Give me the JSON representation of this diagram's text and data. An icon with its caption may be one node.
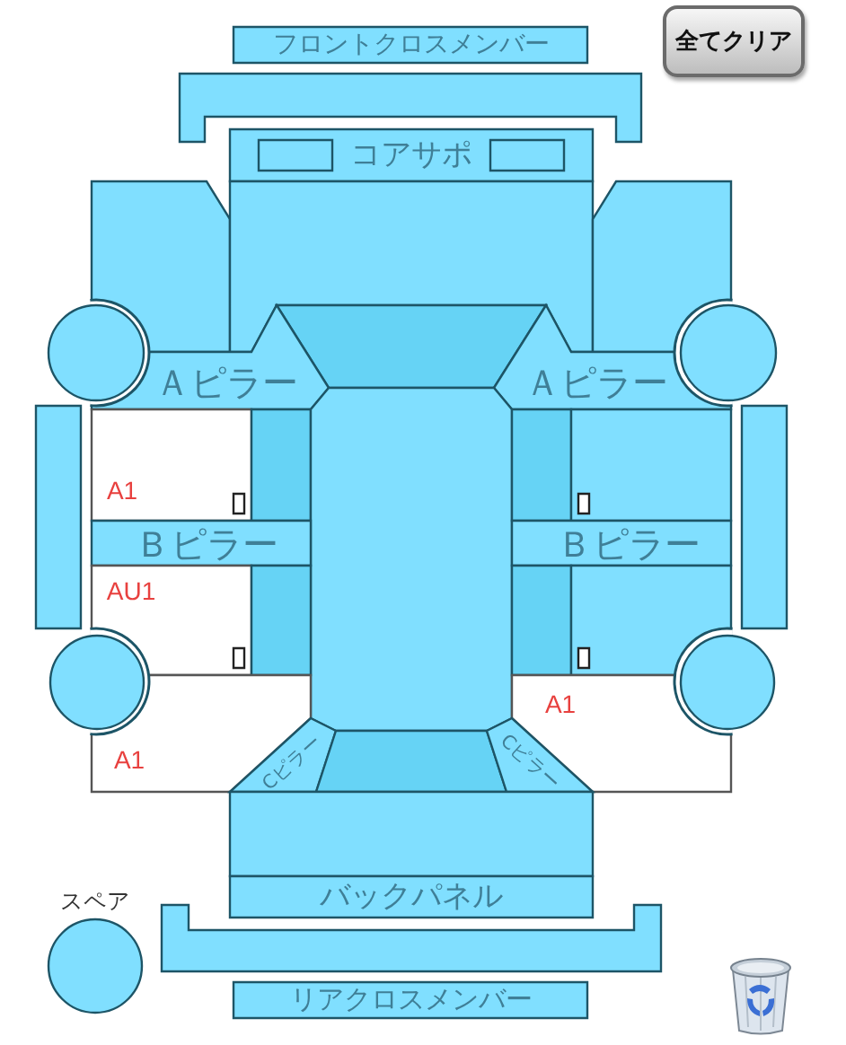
{
  "diagram": {
    "nodes": [
      {
        "text": [
          "フロントクロスメンバー"
        ]
      },
      {
        "text": [],
        "shape": "box"
      },
      {
        "text": [
          "コアサポ"
        ]
      },
      {
        "text": [],
        "shape": "box",
        "in": 2
      },
      {
        "text": [],
        "shape": "box",
        "in": 2
      },
      {
        "text": [],
        "shape": "box"
      },
      {
        "text": [],
        "shape": "box"
      },
      {
        "text": [],
        "shape": "box"
      },
      {
        "text": [],
        "shape": "circle"
      },
      {
        "text": [],
        "shape": "box"
      },
      {
        "text": [],
        "shape": "circle"
      },
      {
        "text": [
          "Ａピラー"
        ]
      },
      {
        "text": [
          "Ａピラー"
        ]
      },
      {
        "text": [],
        "shape": "bar"
      },
      {
        "text": [
          "A1"
        ]
      },
      {
        "text": [],
        "shape": "box",
        "in": 14
      },
      {
        "text": [],
        "shape": "box"
      },
      {
        "text": [],
        "shape": "box"
      },
      {
        "text": [],
        "shape": "box"
      },
      {
        "text": [],
        "shape": "box"
      },
      {
        "text": [],
        "shape": "box",
        "in": 19
      },
      {
        "text": [],
        "shape": "bar"
      },
      {
        "text": [
          "Ｂピラー"
        ]
      },
      {
        "text": [
          "Ｂピラー"
        ]
      },
      {
        "text": [
          "AU1"
        ]
      },
      {
        "text": [],
        "shape": "box",
        "in": 24
      },
      {
        "text": [],
        "shape": "box"
      },
      {
        "text": [],
        "shape": "box"
      },
      {
        "text": [],
        "shape": "box"
      },
      {
        "text": [],
        "shape": "box",
        "in": 28
      },
      {
        "text": [],
        "shape": "circle"
      },
      {
        "text": [],
        "shape": "circle"
      },
      {
        "text": [
          "A1"
        ]
      },
      {
        "text": [
          "A1"
        ]
      },
      {
        "text": [
          "Cピラー"
        ]
      },
      {
        "text": [],
        "shape": "box"
      },
      {
        "text": [
          "Cピラー"
        ]
      },
      {
        "text": [],
        "shape": "box"
      },
      {
        "text": [
          "バックパネル"
        ]
      },
      {
        "text": [],
        "shape": "circle",
        "beside": [
          "スペア"
        ]
      },
      {
        "text": [],
        "shape": "box"
      },
      {
        "text": [
          "リアクロスメンバー"
        ]
      }
    ],
    "labels": [
      "全てクリア"
    ]
  }
}
